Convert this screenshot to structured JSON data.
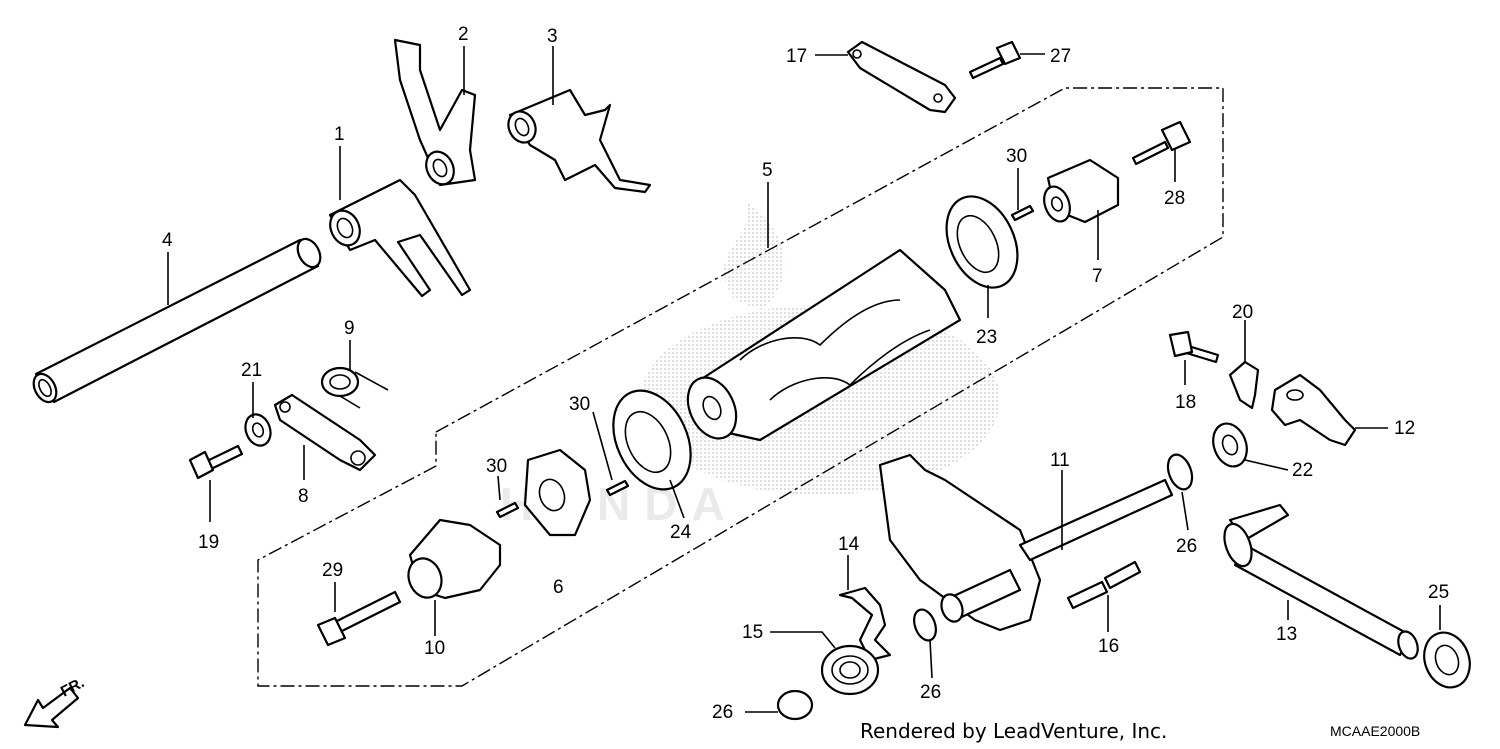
{
  "diagram": {
    "callouts": [
      "1",
      "2",
      "3",
      "4",
      "5",
      "6",
      "7",
      "8",
      "9",
      "10",
      "11",
      "12",
      "13",
      "14",
      "15",
      "16",
      "17",
      "18",
      "19",
      "20",
      "21",
      "22",
      "23",
      "24",
      "25",
      "26",
      "26",
      "26",
      "27",
      "28",
      "29",
      "30",
      "30",
      "30"
    ],
    "direction_label": "FR.",
    "rendered_by": "Rendered by LeadVenture, Inc.",
    "diagram_code": "MCAAE2000B",
    "watermark": "HONDA"
  }
}
